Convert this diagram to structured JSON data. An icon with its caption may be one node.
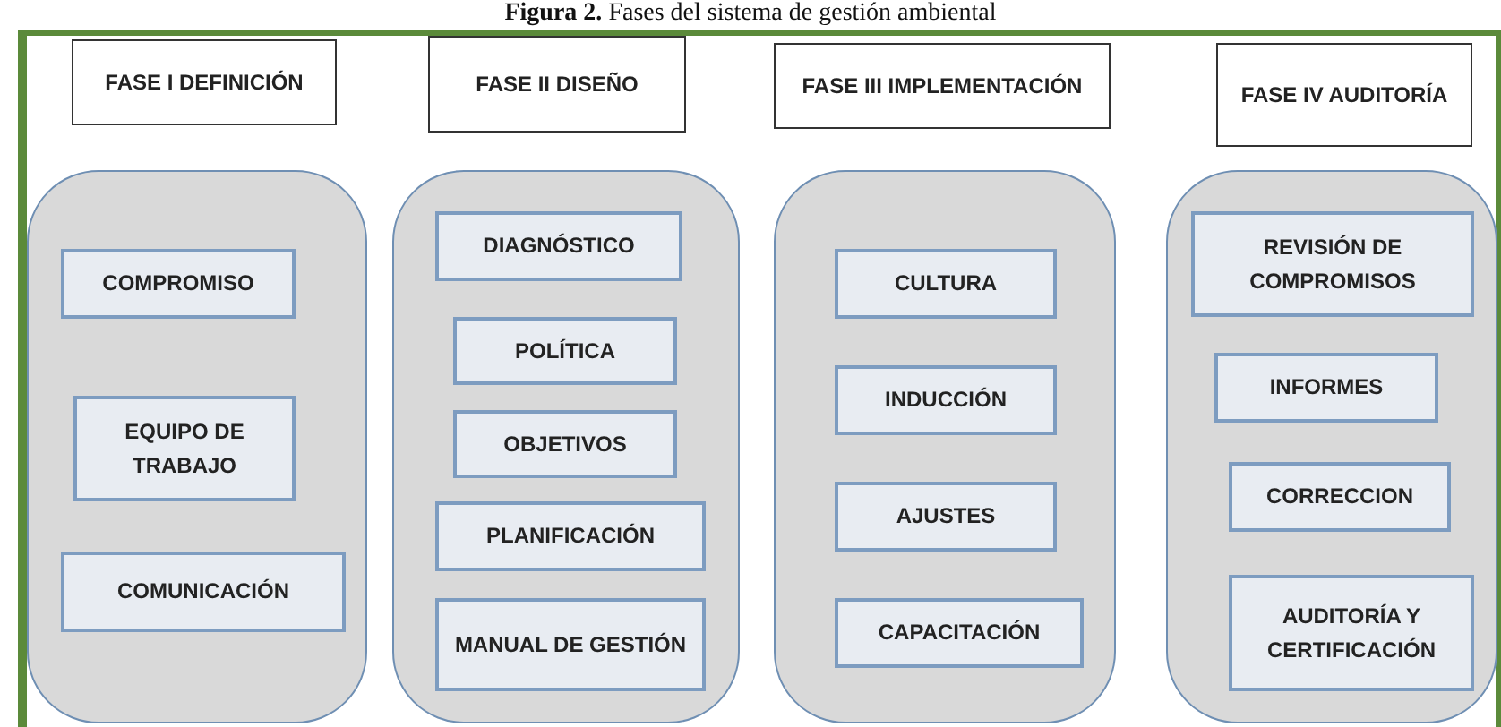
{
  "diagram": {
    "title": "**Figura 2.** Fases del sistema de gestión ambiental",
    "nodes": [
      {
        "text": [
          "FASE I DEFINICIÓN"
        ]
      },
      {
        "text": [
          "FASE II DISEÑO"
        ]
      },
      {
        "text": [
          "FASE III IMPLEMENTACIÓN"
        ]
      },
      {
        "text": [
          "FASE IV AUDITORÍA"
        ]
      },
      {
        "text": [],
        "shape": "box"
      },
      {
        "text": [
          "COMPROMISO"
        ],
        "in": 4
      },
      {
        "text": [
          "EQUIPO DE TRABAJO"
        ],
        "in": 4
      },
      {
        "text": [
          "COMUNICACIÓN"
        ],
        "in": 4
      },
      {
        "text": [],
        "shape": "box"
      },
      {
        "text": [
          "DIAGNÓSTICO"
        ],
        "in": 8
      },
      {
        "text": [
          "POLÍTICA"
        ],
        "in": 8
      },
      {
        "text": [
          "OBJETIVOS"
        ],
        "in": 8
      },
      {
        "text": [
          "PLANIFICACIÓN"
        ],
        "in": 8
      },
      {
        "text": [
          "MANUAL DE GESTIÓN"
        ],
        "in": 8
      },
      {
        "text": [],
        "shape": "box"
      },
      {
        "text": [
          "CULTURA"
        ],
        "in": 14
      },
      {
        "text": [
          "INDUCCIÓN"
        ],
        "in": 14
      },
      {
        "text": [
          "AJUSTES"
        ],
        "in": 14
      },
      {
        "text": [
          "CAPACITACIÓN"
        ],
        "in": 14
      },
      {
        "text": [],
        "shape": "box"
      },
      {
        "text": [
          "REVISIÓN DE COMPROMISOS"
        ],
        "in": 19
      },
      {
        "text": [
          "INFORMES"
        ],
        "in": 19
      },
      {
        "text": [
          "CORRECCION"
        ],
        "in": 19
      },
      {
        "text": [
          "AUDITORÍA Y CERTIFICACIÓN"
        ],
        "in": 19
      }
    ]
  }
}
